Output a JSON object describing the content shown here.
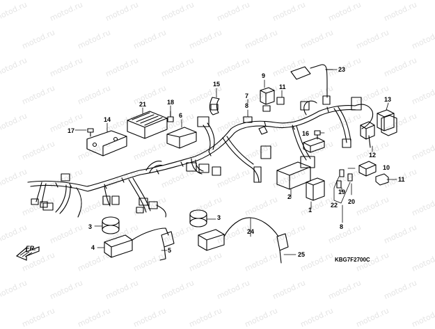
{
  "watermark": "motod.ru",
  "diagram_code": "KBG7F2700C",
  "front_indicator": "FR.",
  "callouts": [
    "1",
    "2",
    "3",
    "3",
    "4",
    "5",
    "6",
    "7",
    "8",
    "8",
    "9",
    "10",
    "11",
    "11",
    "12",
    "13",
    "14",
    "15",
    "16",
    "17",
    "18",
    "19",
    "20",
    "21",
    "22",
    "23",
    "24",
    "25"
  ]
}
